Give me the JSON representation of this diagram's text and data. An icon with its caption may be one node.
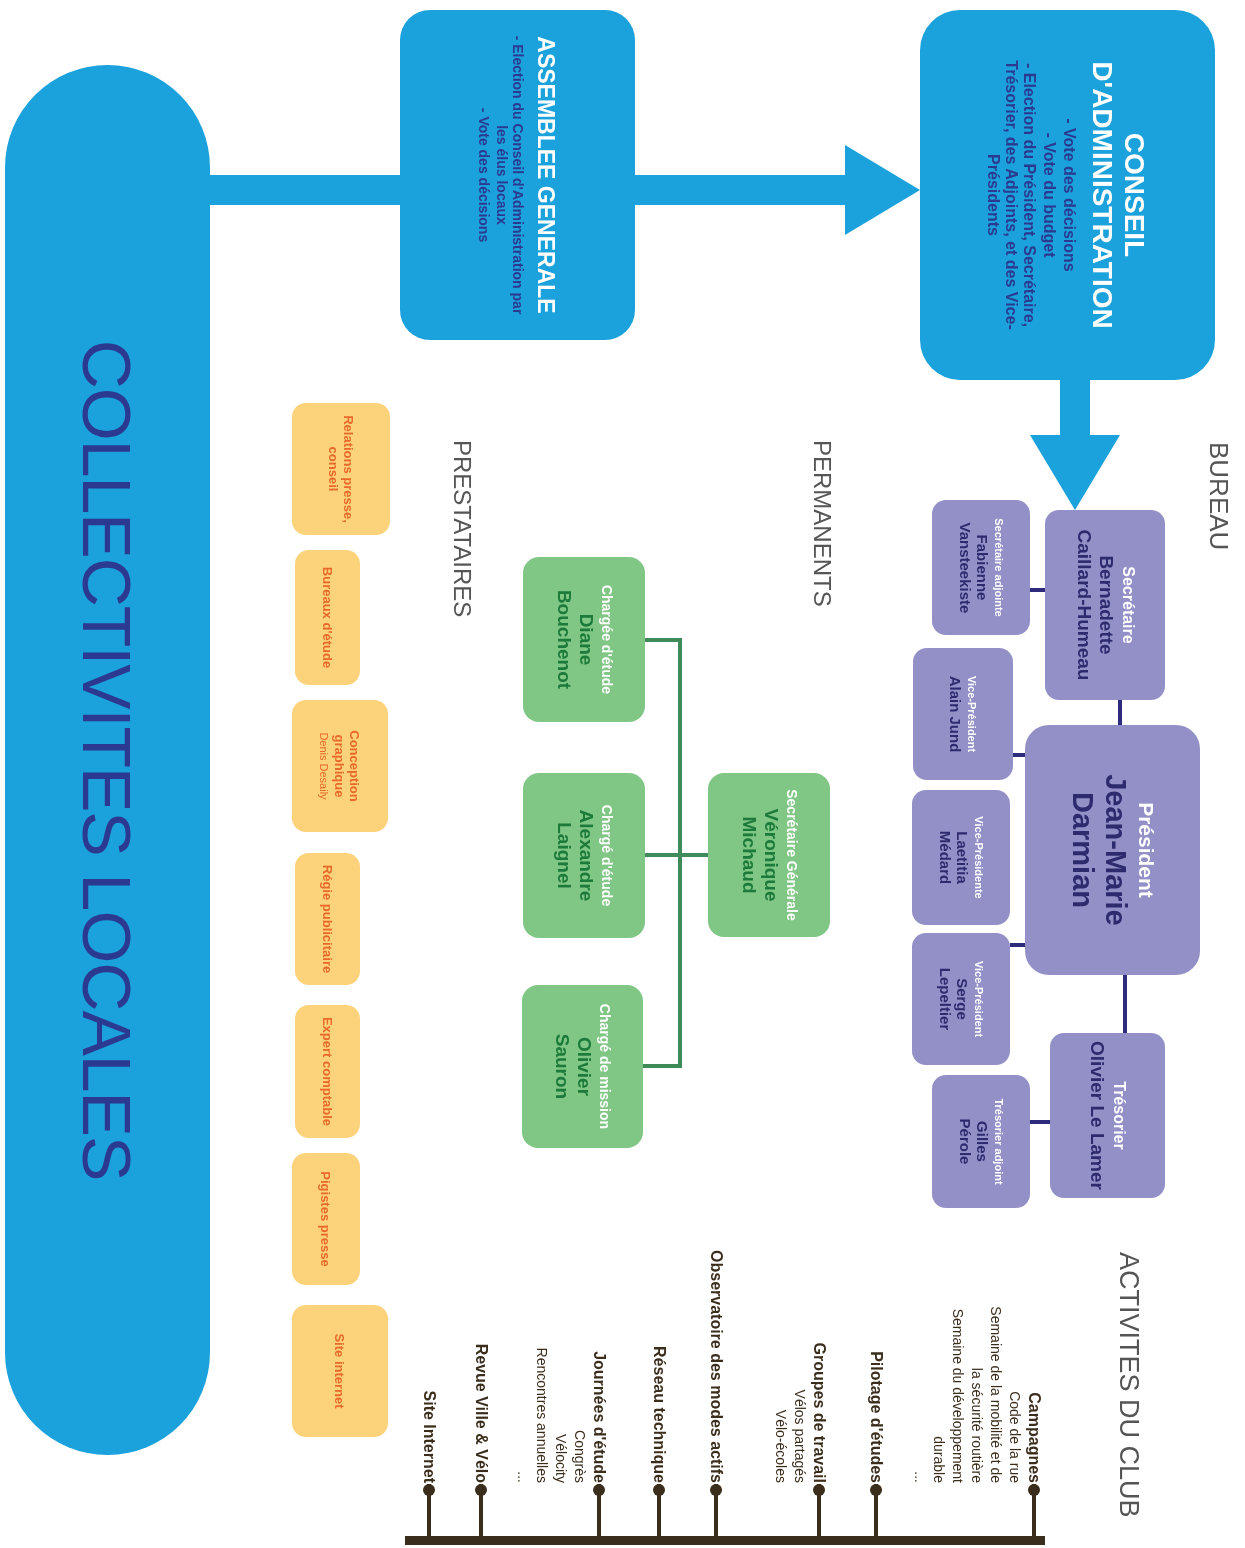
{
  "diagram": {
    "nodes": [
      {
        "text": [
          "COLLECTIVITES LOCALES"
        ]
      },
      {
        "text": [
          "ASSEMBLEE GENERALE",
          "- Election du Conseil d'Administration par les élus locaux",
          "- Vote des décisions"
        ]
      },
      {
        "text": [
          "CONSEIL D'ADMINISTRATION",
          "- Vote des décisions",
          "- Vote du budget",
          "- Election du Président, Secrétaire, Trésorier, des Adjoints, et des Vice-Présidents"
        ]
      },
      {
        "text": [
          "Secrétaire",
          "Bernadette Caillard-Humeau"
        ]
      },
      {
        "text": [
          "Secrétaire adjointe",
          "Fabienne Vansteekiste"
        ]
      },
      {
        "text": [
          "Président",
          "Jean-Marie Darmian"
        ]
      },
      {
        "text": [
          "Vice-Président",
          "Alain Jund"
        ]
      },
      {
        "text": [
          "Vice-Présidente",
          "Laetitia Médard"
        ]
      },
      {
        "text": [
          "Vice-Président",
          "Serge Lepeltier"
        ]
      },
      {
        "text": [
          "Trésorier",
          "Olivier Le Lamer"
        ]
      },
      {
        "text": [
          "Trésorier adjoint",
          "Gilles Pérole"
        ]
      },
      {
        "text": [
          "Secrétaire Générale",
          "Véronique Michaud"
        ]
      },
      {
        "text": [
          "Chargée d'étude",
          "Diane Bouchenot"
        ]
      },
      {
        "text": [
          "Chargé d'étude",
          "Alexandre Laignel"
        ]
      },
      {
        "text": [
          "Chargé de mission",
          "Olivier Sauron"
        ]
      },
      {
        "text": [
          "Relations presse, conseil"
        ]
      },
      {
        "text": [
          "Bureaux d'étude"
        ]
      },
      {
        "text": [
          "Conception graphique",
          "Denis Desaily"
        ]
      },
      {
        "text": [
          "Régie publicitaire"
        ]
      },
      {
        "text": [
          "Expert comptable"
        ]
      },
      {
        "text": [
          "Pigistes presse"
        ]
      },
      {
        "text": [
          "Site internet"
        ]
      },
      {
        "text": [],
        "shape": "bar"
      },
      {
        "text": [
          "Campagnes",
          "Code de la rue",
          "Semaine de la mobilité et de la sécurité routière",
          "Semaine du développement durable",
          "..."
        ]
      },
      {
        "text": [
          "Pilotage d'études"
        ]
      },
      {
        "text": [
          "Groupes de travail",
          "Vélos partagés",
          "Vélo-écoles"
        ]
      },
      {
        "text": [
          "Observatoire des modes actifs"
        ]
      },
      {
        "text": [
          "Réseau technique"
        ]
      },
      {
        "text": [
          "Journées d'étude",
          "Congrès",
          "Vélocity",
          "Rencontres annuelles",
          "..."
        ]
      },
      {
        "text": [
          "Revue Ville & Vélo"
        ]
      },
      {
        "text": [
          "Site Internet"
        ]
      }
    ],
    "edges": [
      {
        "from": 0,
        "to": 1,
        "arrow": "none",
        "style": "thick",
        "color": "#1ba1db"
      },
      {
        "from": 1,
        "to": 2,
        "arrow": "to",
        "style": "thick",
        "color": "#1ba1db"
      },
      {
        "from": 2,
        "to": 3,
        "arrow": "to",
        "style": "thick",
        "color": "#1ba1db"
      },
      {
        "from": 3,
        "to": 4,
        "arrow": "none",
        "color": "#2e2b7d"
      },
      {
        "from": 3,
        "to": 5,
        "arrow": "none",
        "color": "#2e2b7d"
      },
      {
        "from": 5,
        "to": 6,
        "arrow": "none",
        "color": "#2e2b7d"
      },
      {
        "from": 5,
        "to": 8,
        "arrow": "none",
        "color": "#2e2b7d"
      },
      {
        "from": 5,
        "to": 9,
        "arrow": "none",
        "color": "#2e2b7d"
      },
      {
        "from": 9,
        "to": 10,
        "arrow": "none",
        "color": "#2e2b7d"
      },
      {
        "from": 11,
        "to": 12,
        "arrow": "none",
        "color": "#3f8c5a"
      },
      {
        "from": 11,
        "to": 13,
        "arrow": "none",
        "color": "#3f8c5a"
      },
      {
        "from": 11,
        "to": 14,
        "arrow": "none",
        "color": "#3f8c5a"
      },
      {
        "from": 23,
        "to": 22,
        "arrow": "other",
        "color": "#3b2d1c"
      },
      {
        "from": 24,
        "to": 22,
        "arrow": "other",
        "color": "#3b2d1c"
      },
      {
        "from": 25,
        "to": 22,
        "arrow": "other",
        "color": "#3b2d1c"
      },
      {
        "from": 26,
        "to": 22,
        "arrow": "other",
        "color": "#3b2d1c"
      },
      {
        "from": 27,
        "to": 22,
        "arrow": "other",
        "color": "#3b2d1c"
      },
      {
        "from": 28,
        "to": 22,
        "arrow": "other",
        "color": "#3b2d1c"
      },
      {
        "from": 29,
        "to": 22,
        "arrow": "other",
        "color": "#3b2d1c"
      },
      {
        "from": 30,
        "to": 22,
        "arrow": "other",
        "color": "#3b2d1c"
      }
    ],
    "labels": [
      "BUREAU",
      "PERMANENTS",
      "PRESTATAIRES",
      "ACTIVITES DU CLUB"
    ]
  }
}
